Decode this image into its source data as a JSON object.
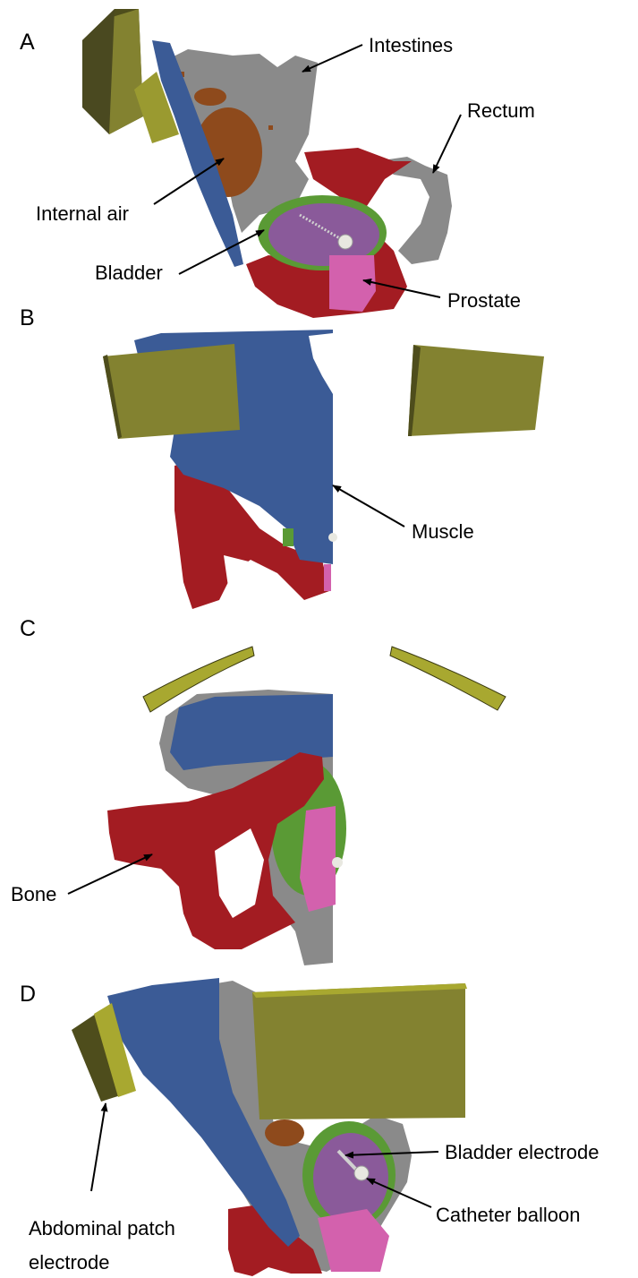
{
  "figure": {
    "panels": [
      {
        "letter": "A",
        "labels": {
          "intestines": "Intestines",
          "rectum": "Rectum",
          "internal_air": "Internal air",
          "bladder": "Bladder",
          "prostate": "Prostate"
        }
      },
      {
        "letter": "B",
        "labels": {
          "muscle": "Muscle"
        }
      },
      {
        "letter": "C",
        "labels": {
          "bone": "Bone"
        }
      },
      {
        "letter": "D",
        "labels": {
          "patch_line1": "Abdominal patch",
          "patch_line2": "electrode",
          "bladder_electrode": "Bladder electrode",
          "catheter_balloon": "Catheter balloon"
        }
      }
    ]
  },
  "colors": {
    "bone": "#a31c22",
    "muscle": "#3b5b96",
    "intestine": "#8a8a8a",
    "internal_air": "#8e4a1c",
    "bladder": "#5a9a35",
    "bladder_fill": "#8a5a9a",
    "prostate": "#d361ad",
    "electrode": "#838230",
    "electrode_dark": "#4e4d1c",
    "balloon": "#e8e8e0"
  }
}
